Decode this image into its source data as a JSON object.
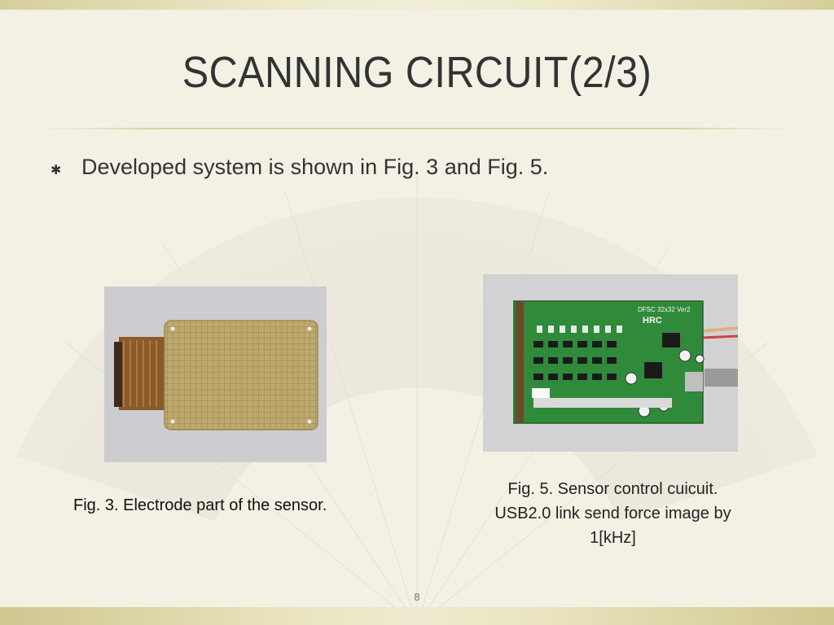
{
  "slide": {
    "title": "SCANNING CIRCUIT(2/3)",
    "bullet": "Developed system is shown in Fig. 3 and Fig. 5.",
    "caption_left": "Fig. 3. Electrode part of the sensor.",
    "caption_right_lines": [
      "Fig. 5. Sensor control cuicuit.",
      "USB2.0 link send force image by",
      "1[kHz]"
    ],
    "board_label": "DFSC 32x32 Ver2",
    "board_brand": "HRC",
    "page_number": "8"
  },
  "colors": {
    "background": "#f3f0e4",
    "title_text": "#333333",
    "accent_band": "#d6ce9a",
    "pcb_green": "#2f8a3a",
    "electrode_gold": "#b9a46a"
  }
}
